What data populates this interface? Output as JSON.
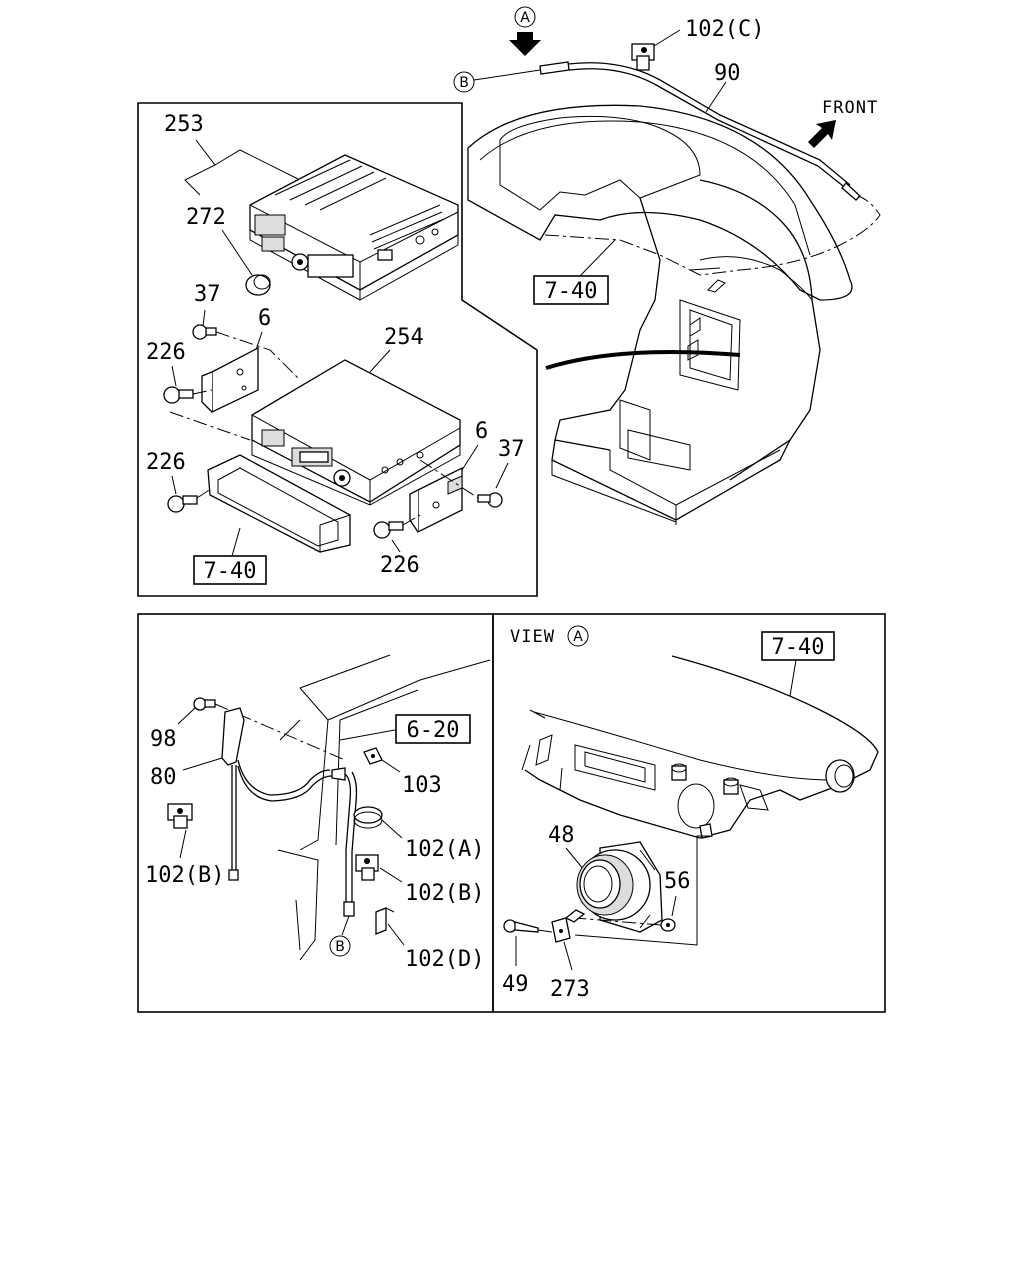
{
  "diagram": {
    "top_labels": {
      "view_marker": "A",
      "cable_end_marker": "B",
      "clip_c": "102(C)",
      "cable": "90",
      "front": "FRONT",
      "dash_ref": "7-40"
    },
    "radio_panel": {
      "radio": "253",
      "knob": "272",
      "screw_top": "37",
      "bracket_left": "6",
      "bolt_left_top": "226",
      "bolt_left_bottom": "226",
      "case": "254",
      "bracket_right": "6",
      "screw_right": "37",
      "bolt_bottom": "226",
      "bezel_ref": "7-40"
    },
    "antenna_panel": {
      "screw": "98",
      "antenna": "80",
      "clip_b_left": "102(B)",
      "pillar_ref": "6-20",
      "grommet": "103",
      "clip_a": "102(A)",
      "clip_b_right": "102(B)",
      "clip_d": "102(D)",
      "cable_end_marker": "B"
    },
    "speaker_panel": {
      "view_prefix": "VIEW",
      "view_marker": "A",
      "dash_ref": "7-40",
      "speaker": "48",
      "nut": "56",
      "screw": "49",
      "bracket": "273"
    }
  }
}
